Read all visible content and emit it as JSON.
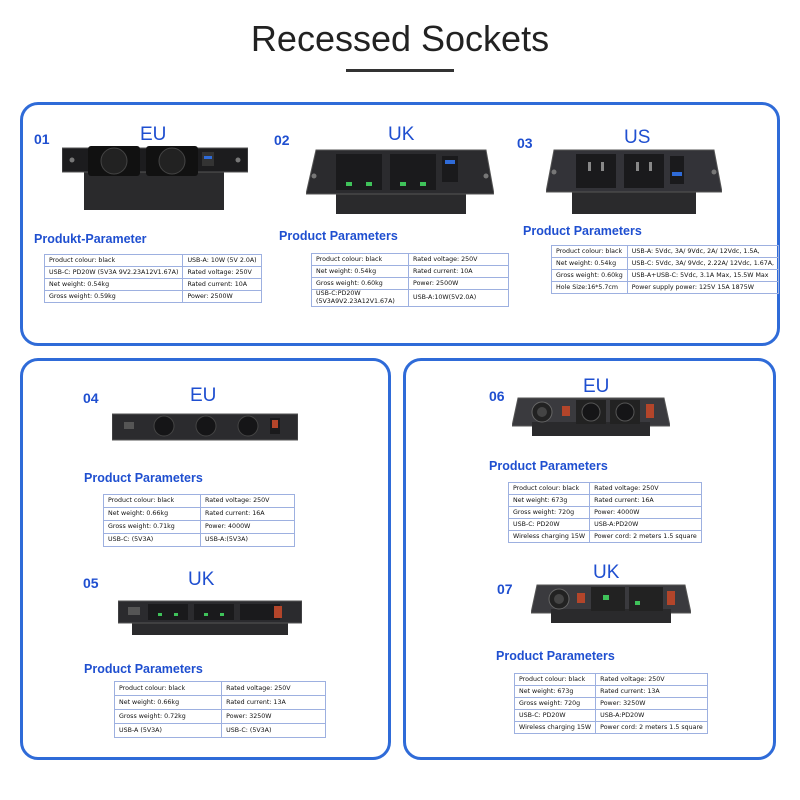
{
  "header": {
    "title": "Recessed Sockets"
  },
  "products": [
    {
      "num": "01",
      "region": "EU",
      "params_title": "Produkt-Parameter",
      "rows": [
        [
          "Product colour: black",
          "USB-A:  10W (5V 2.0A)"
        ],
        [
          "USB-C:  PD20W  (5V3A 9V2.23A12V1.67A)",
          "Rated voltage: 250V"
        ],
        [
          "Net weight: 0.54kg",
          "Rated current: 10A"
        ],
        [
          "Gross weight: 0.59kg",
          "Power: 2500W"
        ]
      ]
    },
    {
      "num": "02",
      "region": "UK",
      "params_title": "Product Parameters",
      "rows": [
        [
          "Product colour: black",
          "Rated voltage: 250V"
        ],
        [
          "Net weight: 0.54kg",
          "Rated current: 10A"
        ],
        [
          "Gross weight: 0.60kg",
          "Power: 2500W"
        ],
        [
          "USB-C:PD20W (5V3A9V2.23A12V1.67A)",
          "USB-A:10W(5V2.0A)"
        ]
      ]
    },
    {
      "num": "03",
      "region": "US",
      "params_title": "Product Parameters",
      "rows": [
        [
          "Product colour: black",
          "USB-A: 5Vdc, 3A/ 9Vdc, 2A/ 12Vdc, 1.5A,"
        ],
        [
          "Net weight: 0.54kg",
          "USB-C: 5Vdc, 3A/ 9Vdc, 2.22A/ 12Vdc, 1.67A,"
        ],
        [
          "Gross weight: 0.60kg",
          "USB-A+USB-C: 5Vdc, 3.1A Max, 15.5W Max"
        ],
        [
          "Hole Size:16*5.7cm",
          "Power supply power: 125V 15A 1875W"
        ]
      ]
    },
    {
      "num": "04",
      "region": "EU",
      "params_title": "Product Parameters",
      "rows": [
        [
          "Product colour: black",
          "Rated voltage: 250V"
        ],
        [
          "Net weight: 0.66kg",
          "Rated current: 16A"
        ],
        [
          "Gross weight: 0.71kg",
          "Power: 4000W"
        ],
        [
          "USB-C:  (5V3A)",
          "USB-A:(5V3A)"
        ]
      ]
    },
    {
      "num": "05",
      "region": "UK",
      "params_title": "Product Parameters",
      "rows": [
        [
          "Product colour: black",
          "Rated voltage: 250V"
        ],
        [
          "Net weight: 0.66kg",
          "Rated current: 13A"
        ],
        [
          "Gross weight: 0.72kg",
          "Power: 3250W"
        ],
        [
          "USB-A  (5V3A)",
          "USB-C:   (5V3A)"
        ]
      ]
    },
    {
      "num": "06",
      "region": "EU",
      "params_title": "Product Parameters",
      "rows": [
        [
          "Product colour: black",
          "Rated voltage: 250V"
        ],
        [
          "Net weight: 673g",
          "Rated current: 16A"
        ],
        [
          "Gross weight: 720g",
          "Power: 4000W"
        ],
        [
          "USB-C:  PD20W",
          "USB-A:PD20W"
        ],
        [
          "Wireless charging 15W",
          "Power cord: 2 meters 1.5 square"
        ]
      ]
    },
    {
      "num": "07",
      "region": "UK",
      "params_title": "Product Parameters",
      "rows": [
        [
          "Product colour: black",
          "Rated voltage: 250V"
        ],
        [
          "Net weight: 673g",
          "Rated current: 13A"
        ],
        [
          "Gross weight: 720g",
          "Power: 3250W"
        ],
        [
          "USB-C:  PD20W",
          "USB-A:PD20W"
        ],
        [
          "Wireless charging 15W",
          "Power cord: 2 meters 1.5 square"
        ]
      ]
    }
  ]
}
